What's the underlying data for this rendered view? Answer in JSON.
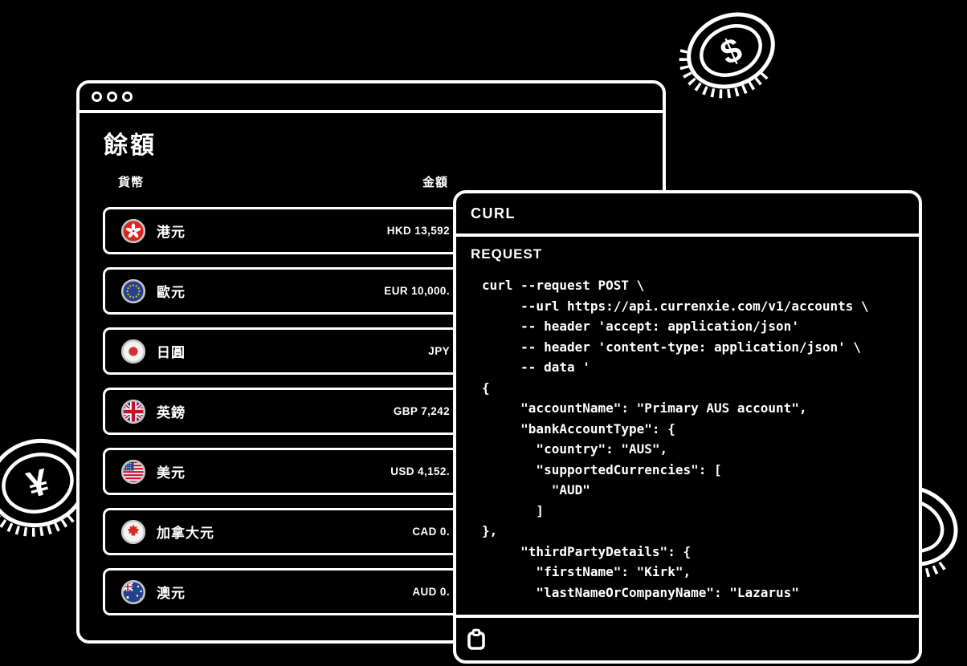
{
  "balance_window": {
    "title": "餘額",
    "columns": {
      "currency": "貨幣",
      "amount": "金額"
    },
    "rows": [
      {
        "currency": "港元",
        "amount": "HKD 13,592",
        "flag": "hk"
      },
      {
        "currency": "歐元",
        "amount": "EUR 10,000.",
        "flag": "eu"
      },
      {
        "currency": "日圓",
        "amount": "JPY",
        "flag": "jp"
      },
      {
        "currency": "英鎊",
        "amount": "GBP 7,242",
        "flag": "uk"
      },
      {
        "currency": "美元",
        "amount": "USD 4,152.",
        "flag": "us"
      },
      {
        "currency": "加拿大元",
        "amount": "CAD 0.",
        "flag": "ca"
      },
      {
        "currency": "澳元",
        "amount": "AUD 0.",
        "flag": "au"
      }
    ]
  },
  "curl_window": {
    "title": "CURL",
    "request_label": "REQUEST",
    "code_lines": [
      "curl --request POST \\",
      "     --url https://api.currenxie.com/v1/accounts \\",
      "     -- header 'accept: application/json'",
      "     -- header 'content-type: application/json' \\",
      "     -- data '",
      "{",
      "     \"accountName\": \"Primary AUS account\",",
      "     \"bankAccountType\": {",
      "       \"country\": \"AUS\",",
      "       \"supportedCurrencies\": [",
      "         \"AUD\"",
      "       ]",
      "},",
      "     \"thirdPartyDetails\": {",
      "       \"firstName\": \"Kirk\",",
      "       \"lastNameOrCompanyName\": \"Lazarus\""
    ]
  },
  "decorations": {
    "dollar_coin_symbol": "$",
    "yen_coin_symbol": "¥",
    "partial_coin_symbol": "$"
  },
  "colors": {
    "background": "#000000",
    "line_art": "#ffffff",
    "flag_ring": "#c6c6c6",
    "hk_red": "#d8281e",
    "eu_blue": "#23428f",
    "eu_star_yellow": "#f7c31e",
    "jp_red": "#d0312d",
    "uk_blue": "#26418e",
    "uk_red": "#c8102e",
    "ca_red": "#d52b1e"
  }
}
